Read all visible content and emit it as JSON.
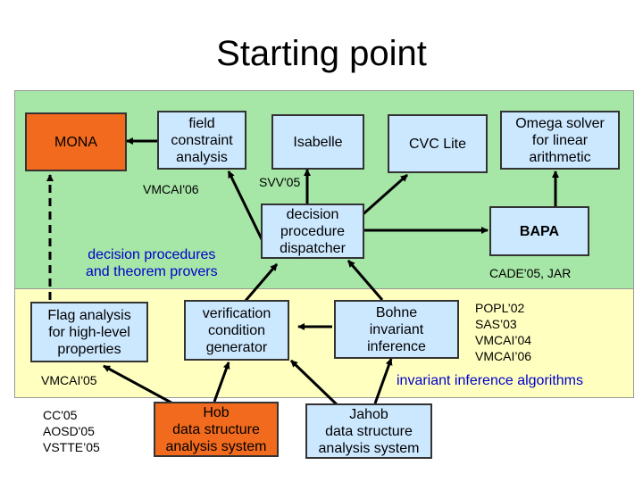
{
  "title": "Starting point",
  "boxes": {
    "mona": "MONA",
    "field_constraint": [
      "field",
      "constraint",
      "analysis"
    ],
    "isabelle": "Isabelle",
    "cvc_lite": "CVC Lite",
    "omega": [
      "Omega solver",
      "for linear",
      "arithmetic"
    ],
    "dispatcher": [
      "decision",
      "procedure",
      "dispatcher"
    ],
    "bapa": "BAPA",
    "flag_analysis": [
      "Flag analysis",
      "for high-level",
      "properties"
    ],
    "vcgen": [
      "verification",
      "condition",
      "generator"
    ],
    "bohne": [
      "Bohne",
      "invariant",
      "inference"
    ],
    "hob": [
      "Hob",
      "data structure",
      "analysis system"
    ],
    "jahob": [
      "Jahob",
      "data structure",
      "analysis system"
    ]
  },
  "labels": {
    "vmcai06_top": "VMCAI'06",
    "svv05": "SVV'05",
    "decision_procedures": [
      "decision procedures",
      "and theorem provers"
    ],
    "cade_jar": "CADE'05, JAR",
    "popl": [
      "POPL’02",
      "SAS’03",
      "VMCAI’04",
      "VMCAI’06"
    ],
    "vmcai05": "VMCAI'05",
    "invariant_algorithms": "invariant inference algorithms",
    "hob_pubs": [
      "CC'05",
      "AOSD'05",
      "VSTTE’05"
    ]
  },
  "colors": {
    "green_panel": "#a6e6a6",
    "yellow_panel": "#ffffc0",
    "blue_box": "#cce8ff",
    "orange_box": "#f26a1d",
    "blue_text": "#0000cc"
  }
}
